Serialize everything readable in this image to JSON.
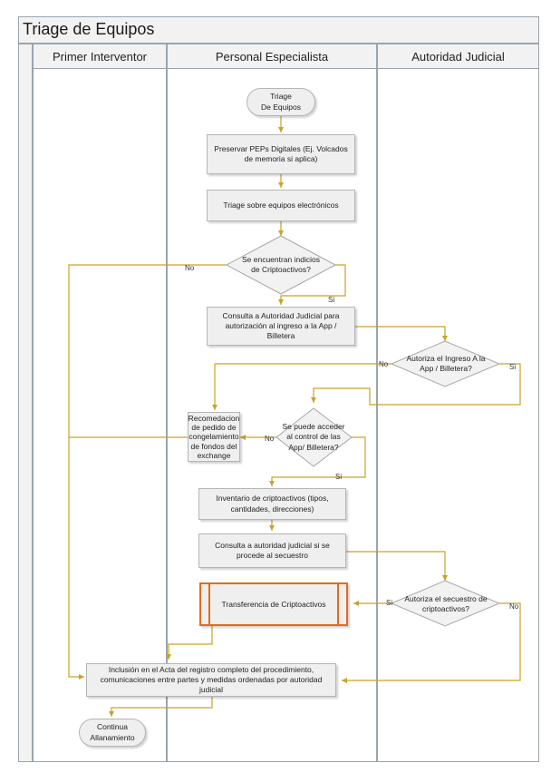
{
  "title": "Triage de Equipos",
  "lanes": [
    "Primer Interventor",
    "Personal Especialista",
    "Autoridad Judicial"
  ],
  "nodes": {
    "start": "Triage\nDe Equipos",
    "preservar": "Preservar PEPs Digitales (Ej. Volcados de memoria si aplica)",
    "triage": "Triage sobre equipos electrónicos",
    "d_cripto": "Se encuentran indicios de Criptoactivos?",
    "consulta_app": "Consulta a Autoridad Judicial para autorización al ingreso a la App / Billetera",
    "d_autoriza": "Autoriza el Ingreso A la App / Billetera?",
    "recomendacion": "Recomedacion de pedido de congelamiento de fondos del exchange",
    "d_acceder": "Se puede acceder al control de las App/ Billetera?",
    "inventario": "Inventario de criptoactivos (tipos, cantidades, direcciones)",
    "consulta_secuestro": "Consulta a autoridad judicial si se procede al secuestro",
    "transferencia": "Transferencia de Criptoactivos",
    "d_secuestro": "Autoriza el secuestro de criptoactivos?",
    "inclusion": "Inclusión en el Acta del registro completo del procedimiento, comunicaciones entre partes y medidas ordenadas por autoridad judicial",
    "end": "Continua\nAllanamiento"
  },
  "labels": {
    "no1": "No",
    "si1": "Si",
    "no2": "No",
    "si2": "Si",
    "no3": "No",
    "si3": "Si",
    "si4": "Si",
    "no4": "No"
  },
  "colors": {
    "connector": "#c9a227",
    "subprocess_border": "#e06c1b",
    "lane_border": "#9aa4ad",
    "fill": "#efefef"
  }
}
